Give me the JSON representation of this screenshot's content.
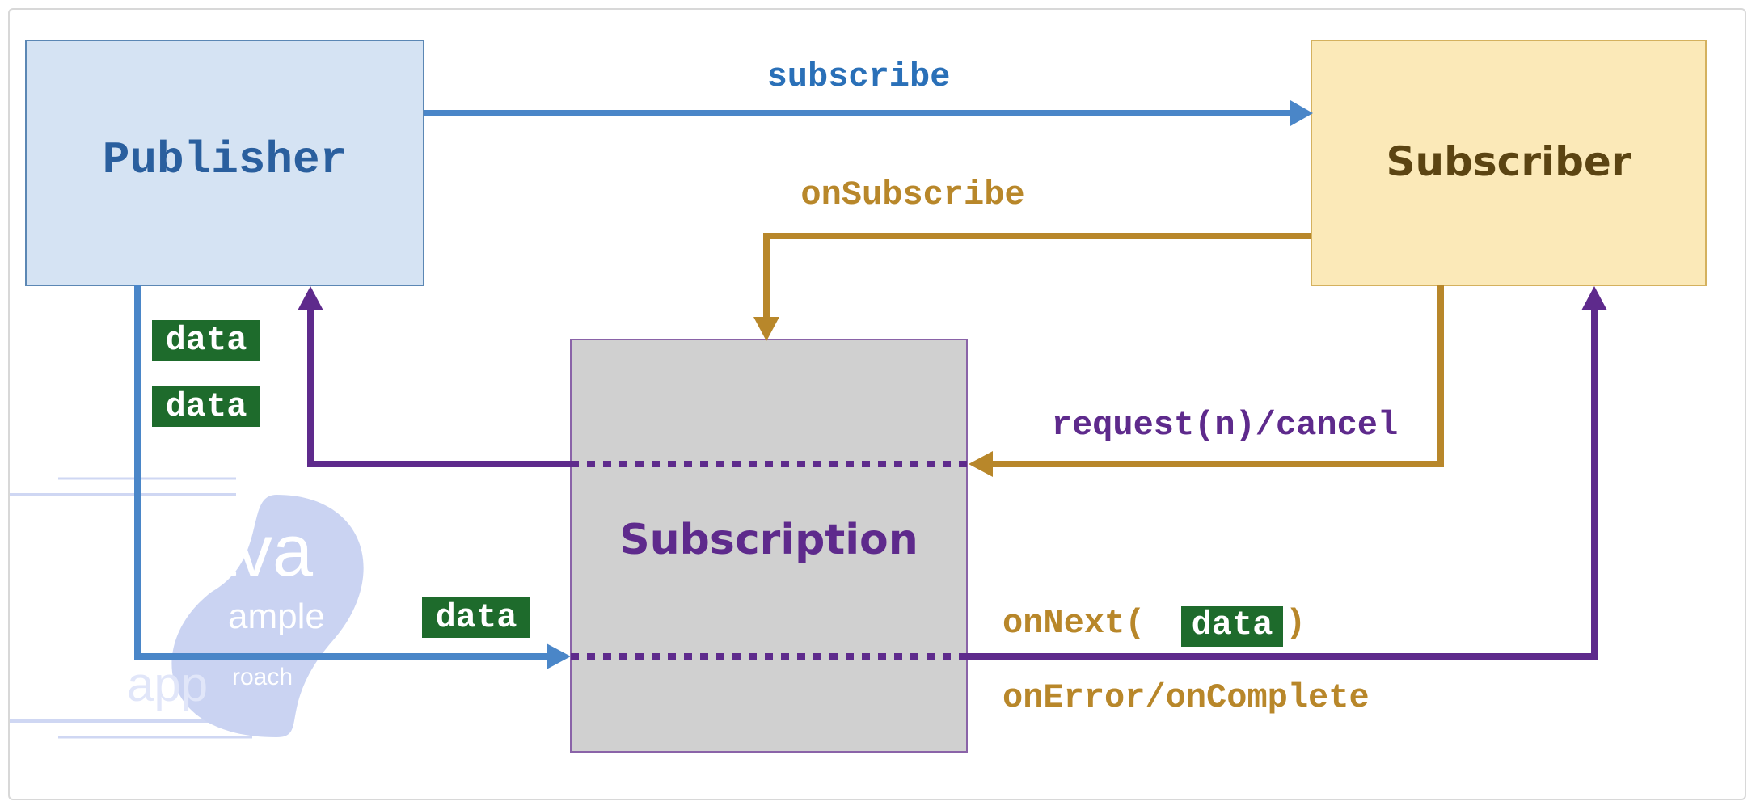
{
  "nodes": {
    "publisher": "Publisher",
    "subscriber": "Subscriber",
    "subscription": "Subscription"
  },
  "edges": {
    "subscribe": "subscribe",
    "on_subscribe": "onSubscribe",
    "request_cancel": "request(n)/cancel",
    "on_next_prefix": "onNext(",
    "on_next_data": "data",
    "on_next_suffix": ")",
    "on_error_complete": "onError/onComplete"
  },
  "data_tokens": [
    "data",
    "data",
    "data"
  ],
  "watermark": {
    "line1": "ava",
    "line2": "ample",
    "line3": "app",
    "line4": "roach"
  },
  "colors": {
    "blue": "#4a86c8",
    "gold": "#b8872a",
    "purple": "#5e2a8c",
    "publisher_fill": "#d5e3f3",
    "subscriber_fill": "#fbe9b8",
    "subscription_fill": "#d0d0d0",
    "data_badge": "#1e6b2c"
  }
}
